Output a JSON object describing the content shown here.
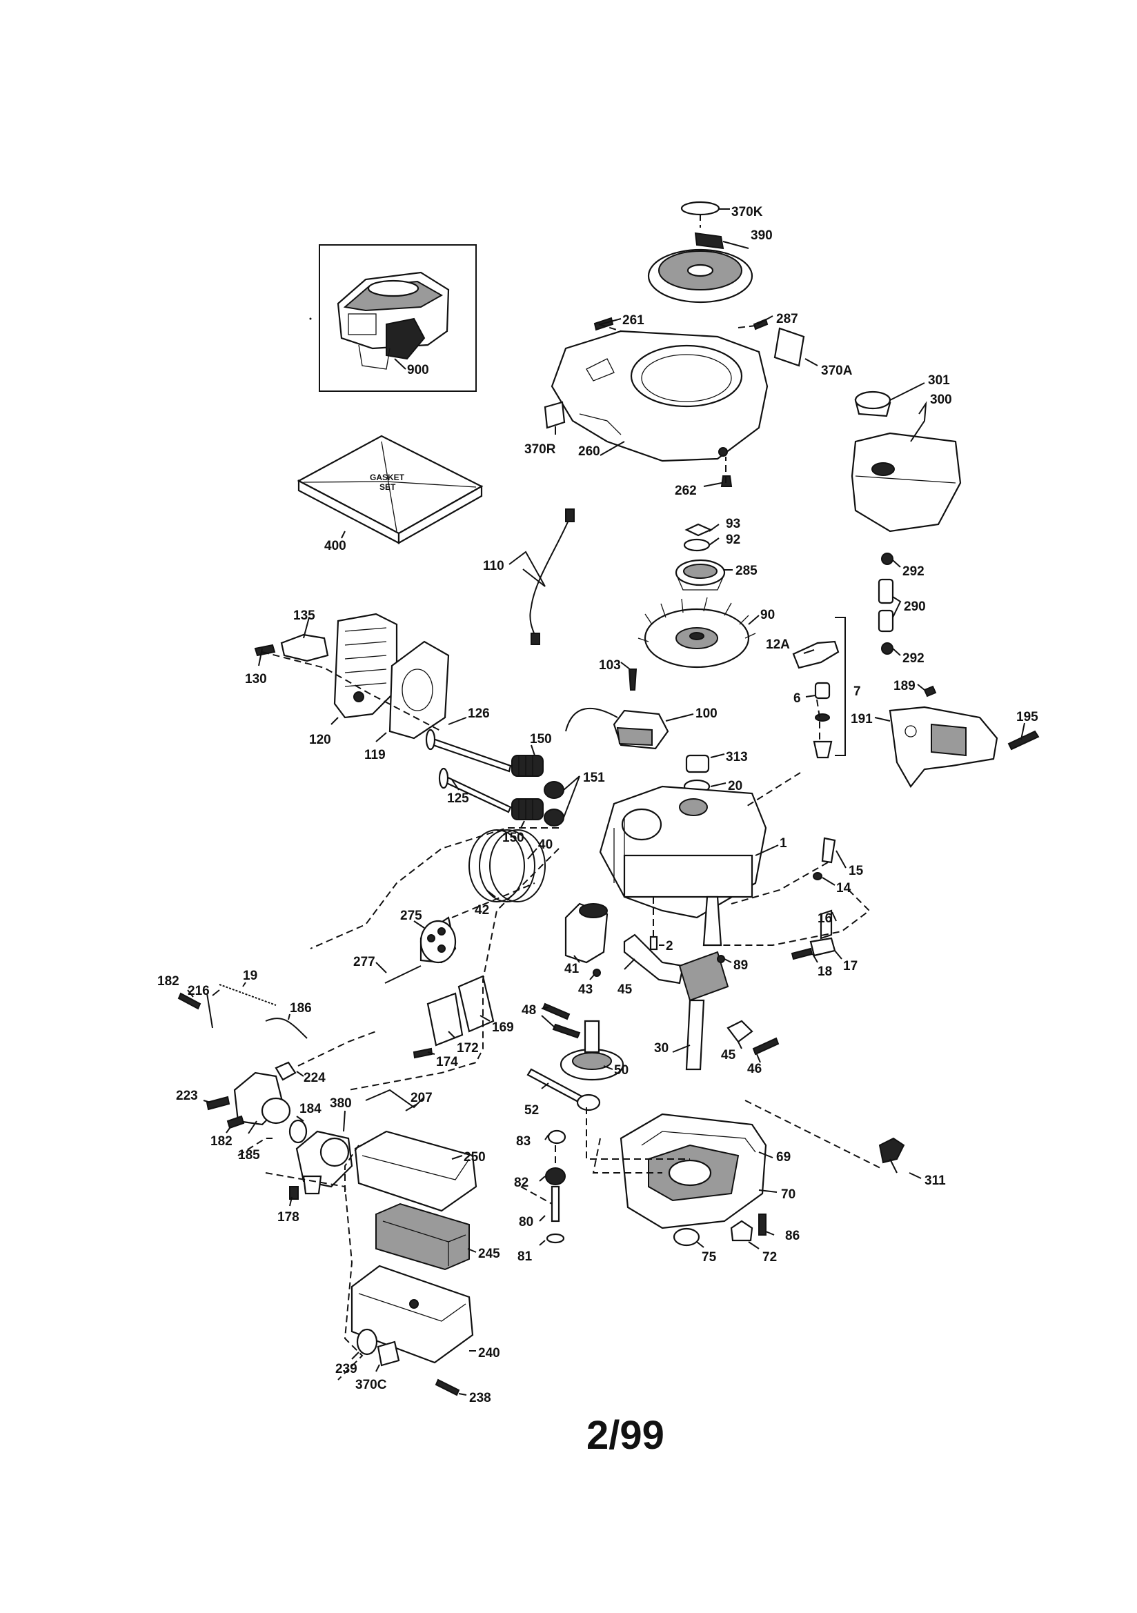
{
  "page_label": "2/99",
  "gasket_set_text": [
    "GASKET",
    "SET"
  ],
  "callouts": {
    "p370K": "370K",
    "p390": "390",
    "p287": "287",
    "p261": "261",
    "p370A": "370A",
    "p301": "301",
    "p300": "300",
    "p900": "900",
    "p370R": "370R",
    "p260": "260",
    "p262": "262",
    "p400": "400",
    "p93": "93",
    "p92": "92",
    "p285": "285",
    "p110": "110",
    "p292a": "292",
    "p290": "290",
    "p292b": "292",
    "p90": "90",
    "p12A": "12A",
    "p135": "135",
    "p130": "130",
    "p103": "103",
    "p189": "189",
    "p7": "7",
    "p6": "6",
    "p191": "191",
    "p195": "195",
    "p100": "100",
    "p126": "126",
    "p120": "120",
    "p119": "119",
    "p313": "313",
    "p20": "20",
    "p150a": "150",
    "p151": "151",
    "p125": "125",
    "p150b": "150",
    "p40": "40",
    "p1": "1",
    "p15": "15",
    "p14": "14",
    "p42": "42",
    "p275": "275",
    "p16": "16",
    "p2": "2",
    "p17": "17",
    "p18": "18",
    "p89": "89",
    "p41": "41",
    "p277": "277",
    "p43": "43",
    "p45a": "45",
    "p182a": "182",
    "p216": "216",
    "p19": "19",
    "p186": "186",
    "p169": "169",
    "p48": "48",
    "p172": "172",
    "p174": "174",
    "p30": "30",
    "p45b": "45",
    "p46": "46",
    "p50": "50",
    "p224": "224",
    "p207": "207",
    "p380": "380",
    "p223": "223",
    "p52": "52",
    "p184": "184",
    "p182b": "182",
    "p185": "185",
    "p83": "83",
    "p69": "69",
    "p250": "250",
    "p311": "311",
    "p82": "82",
    "p70": "70",
    "p178": "178",
    "p80": "80",
    "p86": "86",
    "p245": "245",
    "p81": "81",
    "p75": "75",
    "p72": "72",
    "p240": "240",
    "p239": "239",
    "p370C": "370C",
    "p238": "238"
  }
}
